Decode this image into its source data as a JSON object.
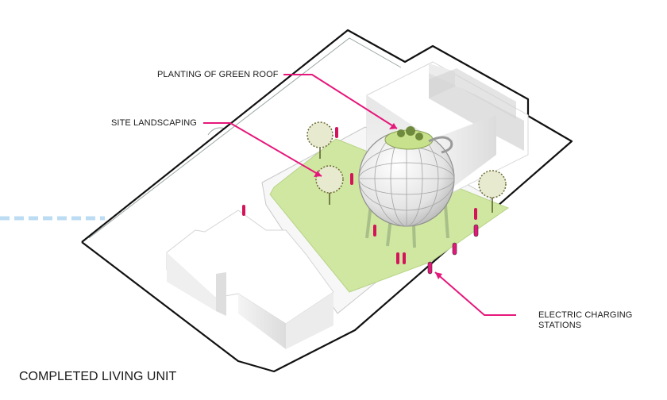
{
  "diagram": {
    "caption": "COMPLETED LIVING UNIT",
    "annotations": [
      {
        "id": "green-roof",
        "text": "PLANTING OF GREEN ROOF"
      },
      {
        "id": "site-landscaping",
        "text": "SITE LANDSCAPING"
      },
      {
        "id": "charging-line1",
        "text": "ELECTRIC CHARGING"
      },
      {
        "id": "charging-line2",
        "text": "STATIONS"
      }
    ],
    "colors": {
      "accent": "#e6177a",
      "lawn": "#cfe7a0",
      "outline": "#111111",
      "dash": "#bcdcf3"
    }
  }
}
